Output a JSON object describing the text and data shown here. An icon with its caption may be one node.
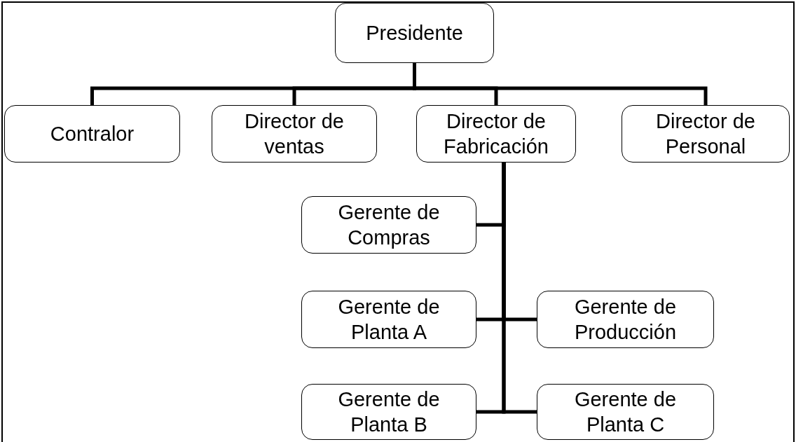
{
  "diagram": {
    "nodes": [
      {
        "text": [
          "Presidente"
        ]
      },
      {
        "text": [
          "Contralor"
        ]
      },
      {
        "text": [
          "Director de ventas"
        ]
      },
      {
        "text": [
          "Director de Fabricación"
        ]
      },
      {
        "text": [
          "Director de Personal"
        ]
      },
      {
        "text": [
          "Gerente de Compras"
        ]
      },
      {
        "text": [
          "Gerente de Planta A"
        ]
      },
      {
        "text": [
          "Gerente de Producción"
        ]
      },
      {
        "text": [
          "Gerente de Planta B"
        ]
      },
      {
        "text": [
          "Gerente de Planta C"
        ]
      }
    ],
    "edges": [
      {
        "from": 0,
        "to": 1,
        "arrow": "none"
      },
      {
        "from": 0,
        "to": 2,
        "arrow": "none"
      },
      {
        "from": 0,
        "to": 3,
        "arrow": "none"
      },
      {
        "from": 0,
        "to": 4,
        "arrow": "none"
      },
      {
        "from": 3,
        "to": 5,
        "arrow": "none"
      },
      {
        "from": 3,
        "to": 6,
        "arrow": "none"
      },
      {
        "from": 3,
        "to": 7,
        "arrow": "none"
      },
      {
        "from": 3,
        "to": 8,
        "arrow": "none"
      },
      {
        "from": 3,
        "to": 9,
        "arrow": "none"
      }
    ]
  }
}
